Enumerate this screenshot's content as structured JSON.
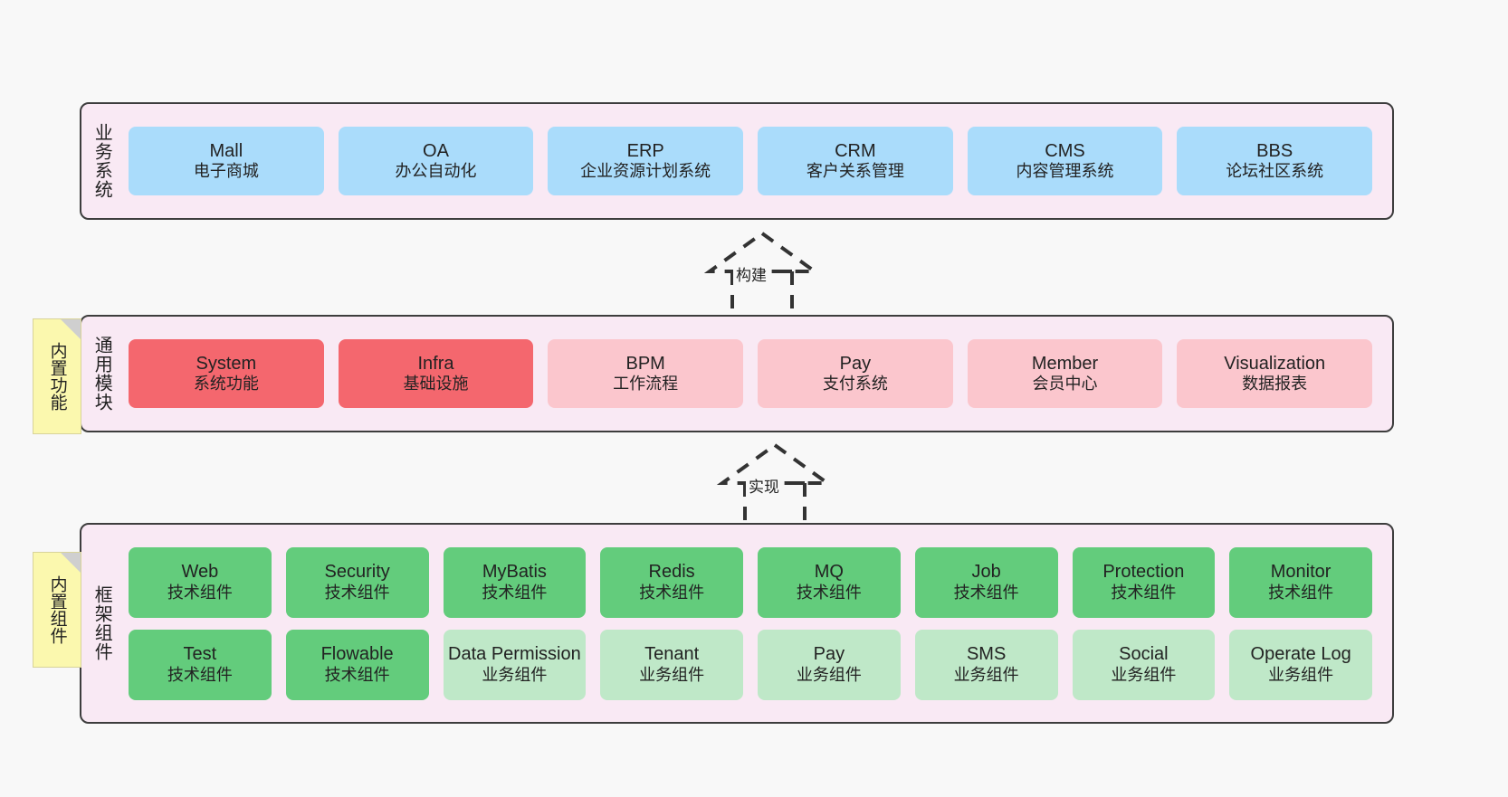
{
  "layers": {
    "business": {
      "title": "业务系统",
      "cards": [
        {
          "en": "Mall",
          "cn": "电子商城"
        },
        {
          "en": "OA",
          "cn": "办公自动化"
        },
        {
          "en": "ERP",
          "cn": "企业资源计划系统"
        },
        {
          "en": "CRM",
          "cn": "客户关系管理"
        },
        {
          "en": "CMS",
          "cn": "内容管理系统"
        },
        {
          "en": "BBS",
          "cn": "论坛社区系统"
        }
      ]
    },
    "module": {
      "title": "通用模块",
      "cards": [
        {
          "en": "System",
          "cn": "系统功能"
        },
        {
          "en": "Infra",
          "cn": "基础设施"
        },
        {
          "en": "BPM",
          "cn": "工作流程"
        },
        {
          "en": "Pay",
          "cn": "支付系统"
        },
        {
          "en": "Member",
          "cn": "会员中心"
        },
        {
          "en": "Visualization",
          "cn": "数据报表"
        }
      ]
    },
    "framework": {
      "title": "框架组件",
      "row1": [
        {
          "en": "Web",
          "cn": "技术组件"
        },
        {
          "en": "Security",
          "cn": "技术组件"
        },
        {
          "en": "MyBatis",
          "cn": "技术组件"
        },
        {
          "en": "Redis",
          "cn": "技术组件"
        },
        {
          "en": "MQ",
          "cn": "技术组件"
        },
        {
          "en": "Job",
          "cn": "技术组件"
        },
        {
          "en": "Protection",
          "cn": "技术组件"
        },
        {
          "en": "Monitor",
          "cn": "技术组件"
        }
      ],
      "row2": [
        {
          "en": "Test",
          "cn": "技术组件"
        },
        {
          "en": "Flowable",
          "cn": "技术组件"
        },
        {
          "en": "Data Permission",
          "cn": "业务组件"
        },
        {
          "en": "Tenant",
          "cn": "业务组件"
        },
        {
          "en": "Pay",
          "cn": "业务组件"
        },
        {
          "en": "SMS",
          "cn": "业务组件"
        },
        {
          "en": "Social",
          "cn": "业务组件"
        },
        {
          "en": "Operate Log",
          "cn": "业务组件"
        }
      ]
    }
  },
  "notes": {
    "builtin_function": "内置功能",
    "builtin_component": "内置组件"
  },
  "connectors": {
    "build": "构建",
    "implement": "实现"
  },
  "colors": {
    "band_bg": "#f9e9f4",
    "band_border": "#3d3d3d",
    "blue": "#aadcfb",
    "red": "#f4676e",
    "pink": "#fbc6cd",
    "green": "#63cc7c",
    "green_light": "#bfe8c8",
    "note_yellow": "#fbf8ae",
    "canvas": "#f8f8f8"
  }
}
